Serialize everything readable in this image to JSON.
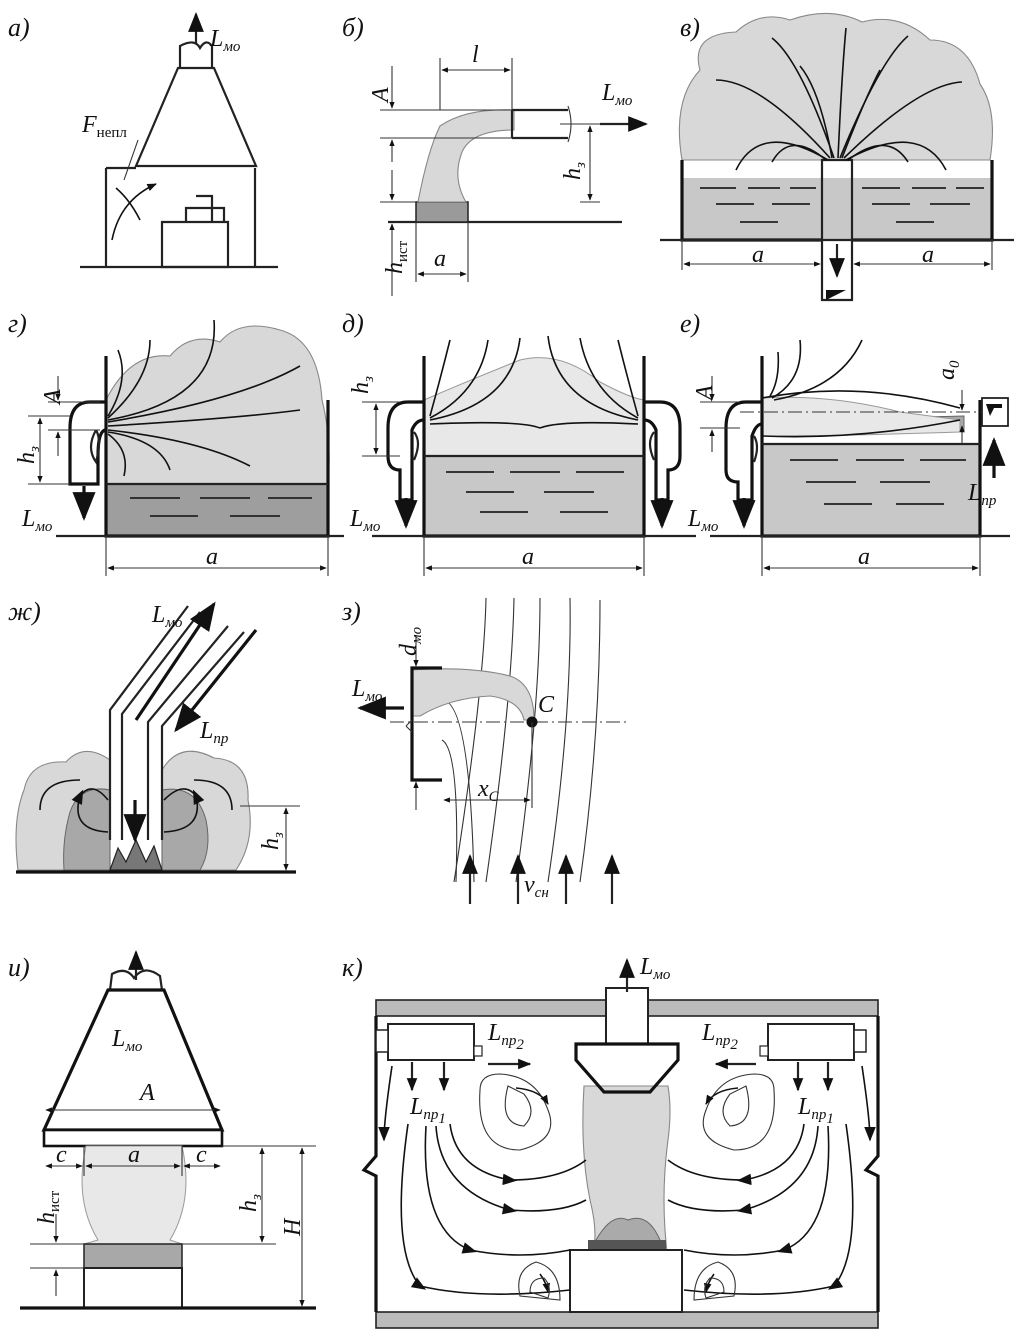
{
  "panels": {
    "a": {
      "label": "а)",
      "L": "L",
      "L_sub": "мо",
      "F": "F",
      "F_sub": "непл"
    },
    "b": {
      "label": "б)",
      "l": "l",
      "A": "A",
      "L": "L",
      "L_sub": "мо",
      "h": "h",
      "h_sub": "з",
      "hist": "h",
      "hist_sub": "ист",
      "a": "a"
    },
    "v": {
      "label": "в)",
      "a_left": "a",
      "a_right": "a"
    },
    "g": {
      "label": "г)",
      "A": "A",
      "h": "h",
      "h_sub": "з",
      "L": "L",
      "L_sub": "мо",
      "a": "a"
    },
    "d": {
      "label": "д)",
      "h": "h",
      "h_sub": "з",
      "L": "L",
      "L_sub": "мо",
      "a": "a"
    },
    "e": {
      "label": "е)",
      "A": "A",
      "a0": "a",
      "a0_sub": "0",
      "L": "L",
      "L_sub": "мо",
      "Lp": "L",
      "Lp_sub": "пр",
      "a": "a"
    },
    "zh": {
      "label": "ж)",
      "L": "L",
      "L_sub": "мо",
      "Lp": "L",
      "Lp_sub": "пр",
      "h": "h",
      "h_sub": "з"
    },
    "z": {
      "label": "з)",
      "d": "d",
      "d_sub": "мо",
      "L": "L",
      "L_sub": "мо",
      "C": "C",
      "x": "x",
      "x_sub": "C",
      "v": "v",
      "v_sub": "сн"
    },
    "i": {
      "label": "и)",
      "L": "L",
      "L_sub": "мо",
      "A": "A",
      "c_left": "c",
      "a": "a",
      "c_right": "c",
      "h": "h",
      "h_sub": "з",
      "H": "H",
      "hist": "h",
      "hist_sub": "ист"
    },
    "k": {
      "label": "к)",
      "L": "L",
      "L_sub": "мо",
      "Lp2": "L",
      "Lp2_sub": "пр",
      "Lp2_idx": "2",
      "Lp1": "L",
      "Lp1_sub": "пр",
      "Lp1_idx": "1"
    }
  },
  "colors": {
    "line": "#222222",
    "smoke": "#d8d8d8",
    "liquid": "#c8c8c8",
    "dark": "#9e9e9e"
  }
}
